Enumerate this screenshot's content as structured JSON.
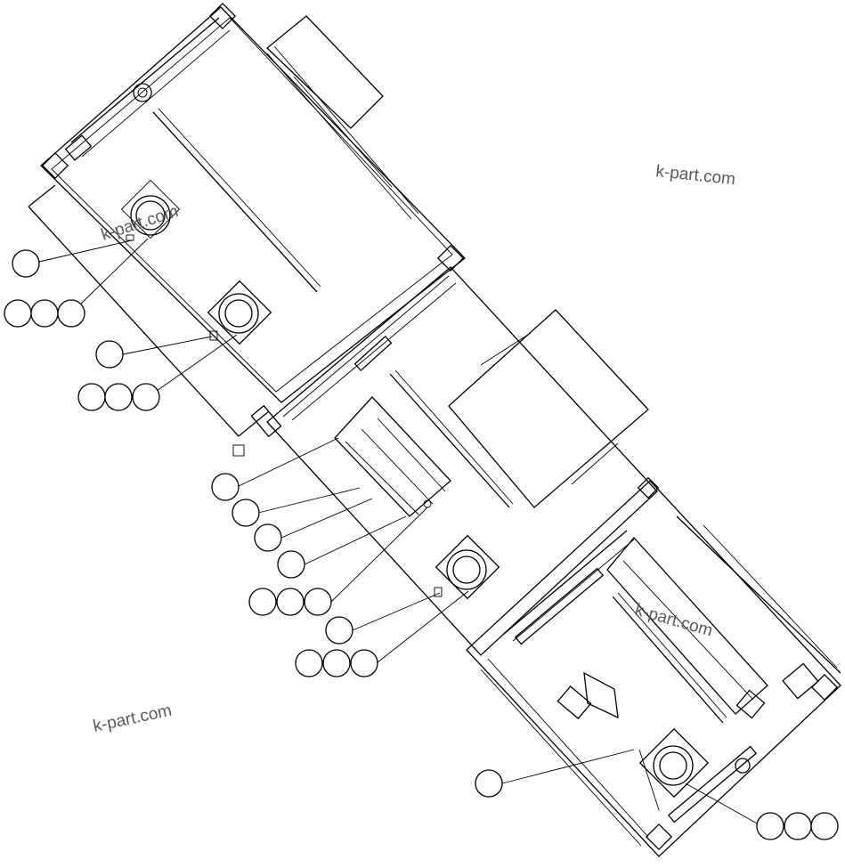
{
  "watermarks": [
    "k-part.com",
    "k-part.com",
    "k-part.com",
    "k-part.com"
  ],
  "callouts": [
    {
      "id": "c1",
      "bubbles": 1
    },
    {
      "id": "c2",
      "bubbles": 3
    },
    {
      "id": "c3",
      "bubbles": 1
    },
    {
      "id": "c4",
      "bubbles": 3
    },
    {
      "id": "c5",
      "bubbles": 1
    },
    {
      "id": "c6",
      "bubbles": 1
    },
    {
      "id": "c7",
      "bubbles": 1
    },
    {
      "id": "c8",
      "bubbles": 1
    },
    {
      "id": "c9",
      "bubbles": 3
    },
    {
      "id": "c10",
      "bubbles": 1
    },
    {
      "id": "c11",
      "bubbles": 3
    },
    {
      "id": "c12",
      "bubbles": 1
    },
    {
      "id": "c13",
      "bubbles": 3
    }
  ],
  "colors": {
    "line": "#000000",
    "watermark": "#5a5a5a",
    "background": "#ffffff"
  }
}
